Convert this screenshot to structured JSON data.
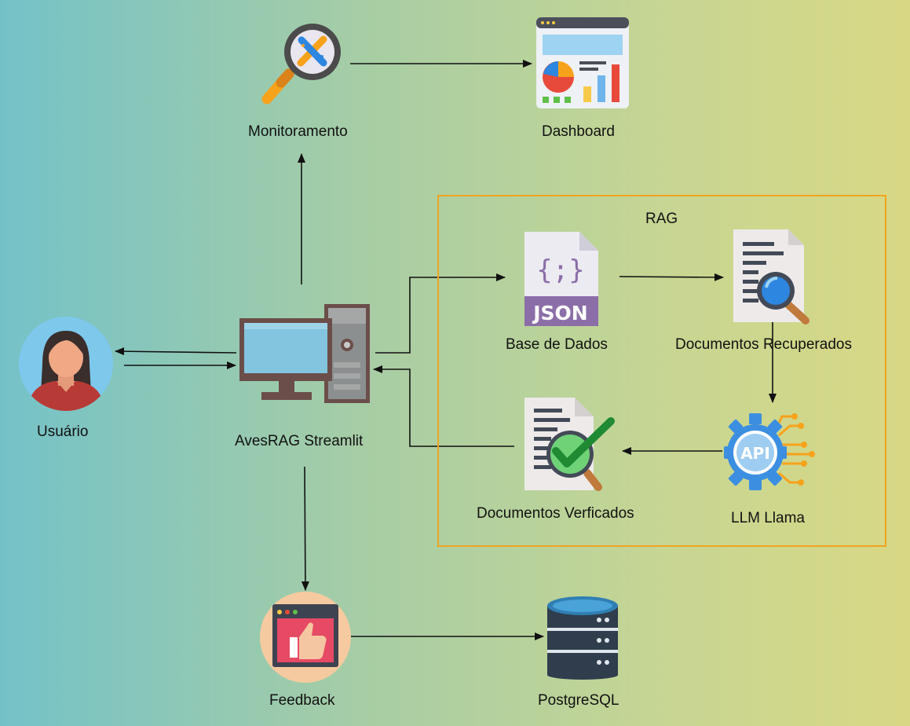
{
  "nodes": {
    "monitoramento": "Monitoramento",
    "dashboard": "Dashboard",
    "rag": "RAG",
    "base_de_dados": "Base de Dados",
    "documentos_recuperados": "Documentos Recuperados",
    "usuario": "Usuário",
    "avesrag": "AvesRAG Streamlit",
    "documentos_verificados": "Documentos Verficados",
    "llm": "LLM Llama",
    "feedback": "Feedback",
    "postgresql": "PostgreSQL"
  },
  "icon_text": {
    "json_braces": "{;}",
    "json_label": "JSON",
    "api_label": "API"
  },
  "icons": {
    "monitoramento": "magnifier-icon",
    "dashboard": "dashboard-icon",
    "base_de_dados": "json-file-icon",
    "documentos_recuperados": "document-search-icon",
    "usuario": "user-avatar-icon",
    "avesrag": "desktop-computer-icon",
    "documentos_verificados": "document-check-icon",
    "llm": "api-gear-icon",
    "feedback": "thumbs-up-icon",
    "postgresql": "database-icon"
  },
  "colors": {
    "rag_border": "#f0a420",
    "arrow": "#111111"
  }
}
